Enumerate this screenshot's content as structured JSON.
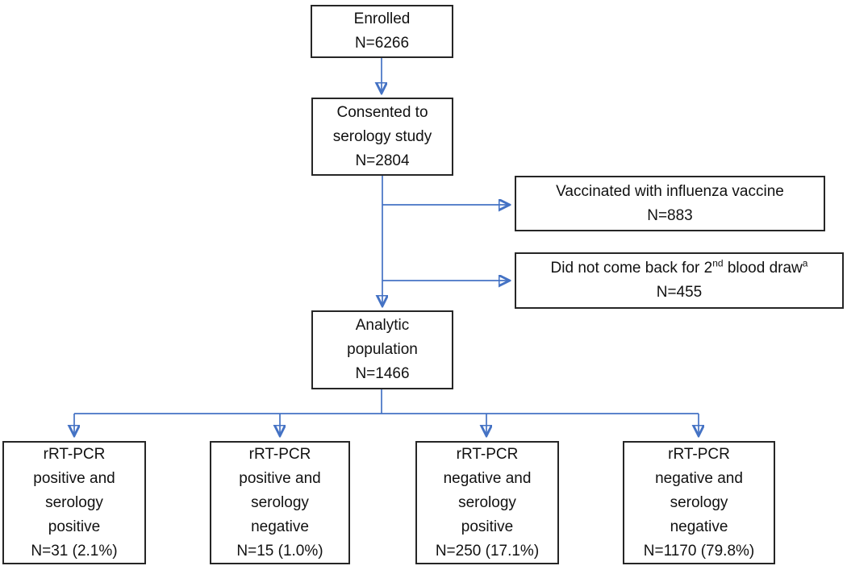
{
  "colors": {
    "background": "#ffffff",
    "box_border": "#262626",
    "text": "#111111",
    "arrow": "#4472c4"
  },
  "boxes": {
    "enrolled": {
      "lines": [
        "Enrolled",
        "N=6266"
      ]
    },
    "consented": {
      "lines": [
        "Consented to",
        "serology study",
        "N=2804"
      ]
    },
    "vaccinated": {
      "lines": [
        "Vaccinated with influenza vaccine",
        "N=883"
      ]
    },
    "blood_draw": {
      "line1_prefix": "Did not come back for 2",
      "line1_sup1": "nd",
      "line1_mid": " blood draw",
      "line1_sup2": "a",
      "line2": "N=455"
    },
    "analytic": {
      "lines": [
        "Analytic",
        "population",
        "N=1466"
      ]
    },
    "outcome1": {
      "lines": [
        "rRT-PCR",
        "positive and",
        "serology",
        "positive",
        "N=31 (2.1%)"
      ]
    },
    "outcome2": {
      "lines": [
        "rRT-PCR",
        "positive and",
        "serology",
        "negative",
        "N=15 (1.0%)"
      ]
    },
    "outcome3": {
      "lines": [
        "rRT-PCR",
        "negative and",
        "serology",
        "positive",
        "N=250 (17.1%)"
      ]
    },
    "outcome4": {
      "lines": [
        "rRT-PCR",
        "negative and",
        "serology",
        "negative",
        "N=1170 (79.8%)"
      ]
    }
  }
}
